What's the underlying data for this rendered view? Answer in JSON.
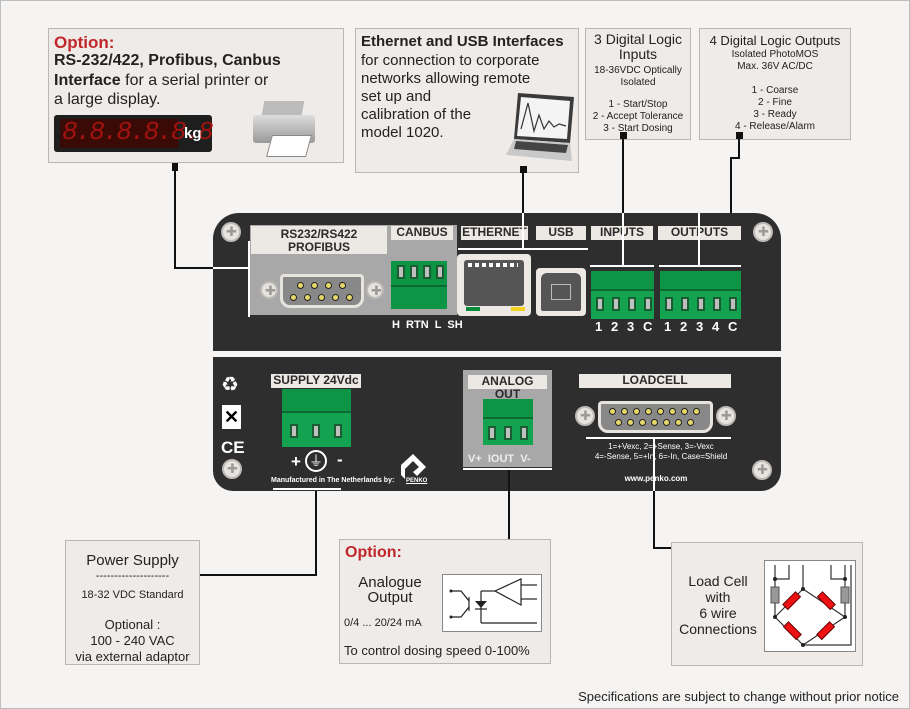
{
  "boxes": {
    "serial": {
      "option_label": "Option:",
      "title": "RS-232/422, Profibus, Canbus",
      "subtitle_bold": "Interface",
      "subtitle_rest": " for a serial printer or",
      "line3": "a large display.",
      "display_digits": "8.8.8.8.8.8",
      "display_unit": "kg"
    },
    "ethernet": {
      "title": "Ethernet and USB Interfaces",
      "lines": [
        "for connection to corporate",
        "networks allowing remote",
        "set up and",
        "calibration of the",
        "model 1020."
      ]
    },
    "inputs": {
      "title": "3 Digital Logic Inputs",
      "spec1": "18-36VDC Optically",
      "spec2": "Isolated",
      "items": [
        "1 - Start/Stop",
        "2 - Accept Tolerance",
        "3 - Start Dosing"
      ]
    },
    "outputs": {
      "title": "4 Digital Logic Outputs",
      "spec1": "Isolated PhotoMOS",
      "spec2": "Max. 36V AC/DC",
      "items": [
        "1 - Coarse",
        "2 - Fine",
        "3 - Ready",
        "4 - Release/Alarm"
      ]
    },
    "power": {
      "title": "Power Supply",
      "dashes": "--------------------",
      "standard": "18-32 VDC Standard",
      "optional_label": "Optional :",
      "optional_value": "100 - 240 VAC",
      "optional_note": "via external adaptor"
    },
    "analog": {
      "option_label": "Option:",
      "title_line1": "Analogue",
      "title_line2": "Output",
      "range": "0/4 ... 20/24 mA",
      "description": "To control dosing speed 0-100%"
    },
    "loadcell": {
      "lines": [
        "Load Cell",
        "with",
        "6 wire",
        "Connections"
      ]
    }
  },
  "device": {
    "labels": {
      "rs232": "RS232/RS422",
      "profibus": "PROFIBUS",
      "canbus": "CANBUS",
      "ethernet": "ETHERNET",
      "usb": "USB",
      "inputs": "INPUTS",
      "outputs": "OUTPUTS",
      "supply": "SUPPLY 24Vdc",
      "analog_out": "ANALOG OUT",
      "loadcell": "LOADCELL"
    },
    "canbus_pins": "H  RTN  L  SH",
    "input_pins": [
      "1",
      "2",
      "3",
      "C"
    ],
    "output_pins": [
      "1",
      "2",
      "3",
      "4",
      "C"
    ],
    "supply_pins": {
      "plus": "+",
      "minus": "-"
    },
    "analog_pins": "V+  IOUT  V-",
    "loadcell_pinout_1": "1=+Vexc, 2=+Sense, 3=-Vexc",
    "loadcell_pinout_2": "4=-Sense, 5=+In, 6=-In, Case=Shield",
    "website": "www.penko.com",
    "manufactured": "Manufactured in The Netherlands by:",
    "brand": "PENKO",
    "ce_mark": "CE"
  },
  "footer": {
    "notice": "Specifications are subject to change without prior notice"
  }
}
